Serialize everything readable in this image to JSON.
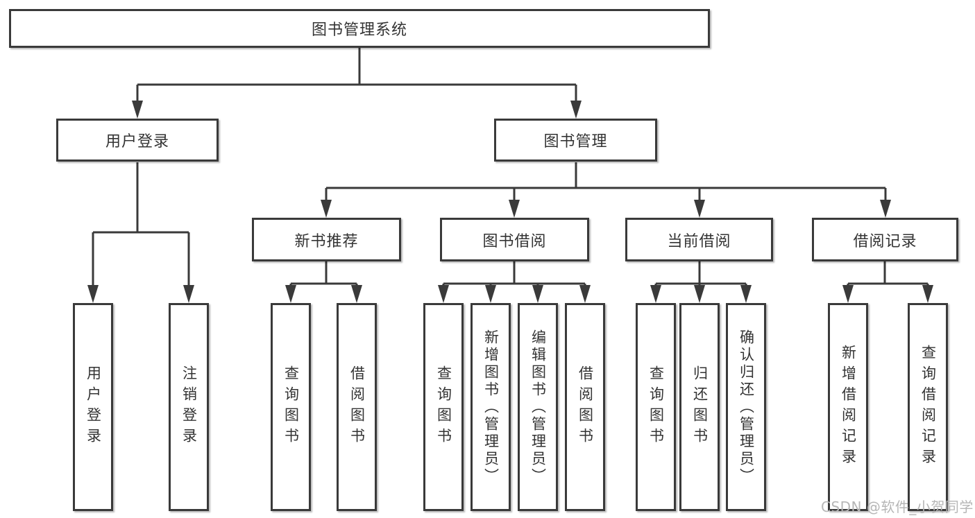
{
  "diagram": {
    "root": {
      "label": "图书管理系统"
    },
    "branches": [
      {
        "label": "用户登录",
        "children": [
          "用户登录",
          "注销登录"
        ]
      },
      {
        "label": "图书管理",
        "groups": [
          {
            "label": "新书推荐",
            "children": [
              "查询图书",
              "借阅图书"
            ]
          },
          {
            "label": "图书借阅",
            "children": [
              "查询图书",
              "新增图书（管理员）",
              "编辑图书（管理员）",
              "借阅图书"
            ]
          },
          {
            "label": "当前借阅",
            "children": [
              "查询图书",
              "归还图书",
              "确认归还（管理员）"
            ]
          },
          {
            "label": "借阅记录",
            "children": [
              "新增借阅记录",
              "查询借阅记录"
            ]
          }
        ]
      }
    ]
  },
  "watermark": {
    "text": "CSDN @软件_小贺同学"
  },
  "colors": {
    "line": "#3a3a3a",
    "text": "#333333",
    "watermark": "#b6b6b6",
    "background": "#ffffff"
  }
}
